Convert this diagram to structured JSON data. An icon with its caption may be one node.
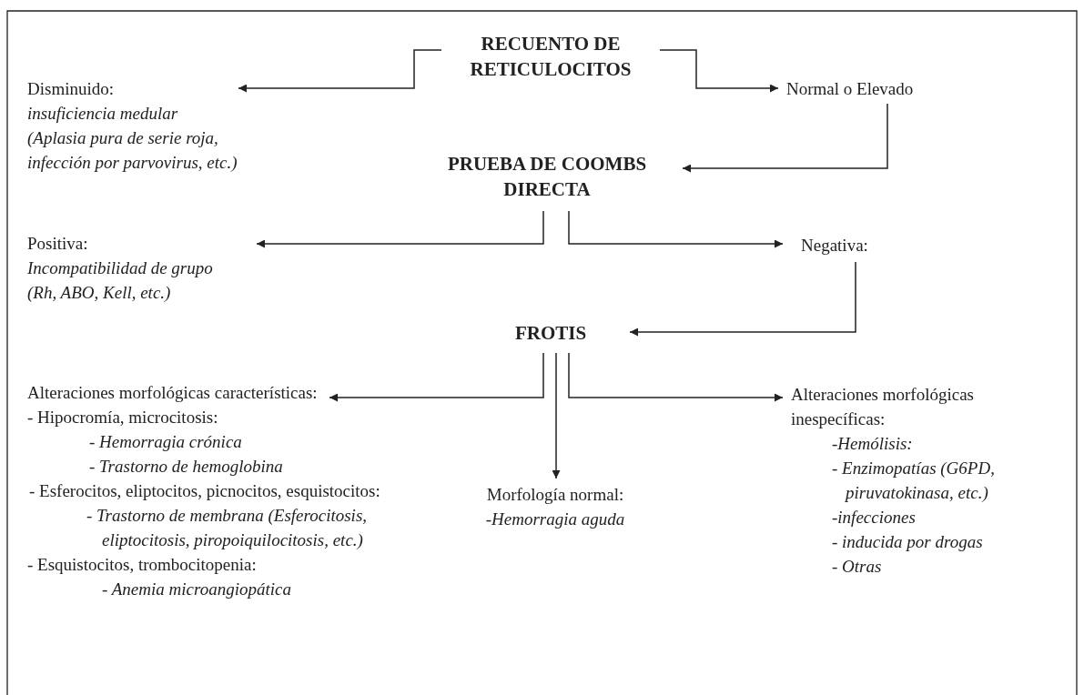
{
  "diagram": {
    "nodes": [
      {
        "text": [
          "RECUENTO DE RETICULOCITOS"
        ]
      },
      {
        "text": [
          "Disminuido:",
          "insuficiencia medular",
          "(Aplasia pura de serie roja, infección por parvovirus, etc.)"
        ]
      },
      {
        "text": [
          "Normal o Elevado"
        ]
      },
      {
        "text": [
          "PRUEBA DE COOMBS DIRECTA"
        ]
      },
      {
        "text": [
          "Positiva:",
          "Incompatibilidad de grupo",
          "(Rh, ABO, Kell, etc.)"
        ]
      },
      {
        "text": [
          "Negativa:"
        ]
      },
      {
        "text": [
          "FROTIS"
        ]
      },
      {
        "text": [
          "Alteraciones morfológicas características:",
          "- Hipocromía, microcitosis:",
          "- Hemorragia crónica",
          "- Trastorno de hemoglobina",
          "- Esferocitos, eliptocitos, picnocitos, esquistocitos:",
          "- Trastorno de membrana (Esferocitosis, eliptocitosis, piropoiquilocitosis, etc.)",
          "- Esquistocitos, trombocitopenia:",
          "- Anemia microangiopática"
        ]
      },
      {
        "text": [
          "Morfología normal:",
          "-Hemorragia aguda"
        ]
      },
      {
        "text": [
          "Alteraciones morfológicas inespecíficas:",
          "-Hemólisis:",
          "- Enzimopatías (G6PD, piruvatokinasa, etc.)",
          "-infecciones",
          "- inducida por drogas",
          "- Otras"
        ]
      }
    ],
    "edges": [
      {
        "from": 0,
        "to": 1,
        "arrow": "to"
      },
      {
        "from": 0,
        "to": 2,
        "arrow": "to"
      },
      {
        "from": 2,
        "to": 3,
        "arrow": "to"
      },
      {
        "from": 3,
        "to": 4,
        "arrow": "to"
      },
      {
        "from": 3,
        "to": 5,
        "arrow": "to"
      },
      {
        "from": 5,
        "to": 6,
        "arrow": "to"
      },
      {
        "from": 6,
        "to": 7,
        "arrow": "to"
      },
      {
        "from": 6,
        "to": 8,
        "arrow": "to"
      },
      {
        "from": 6,
        "to": 9,
        "arrow": "to"
      }
    ]
  }
}
